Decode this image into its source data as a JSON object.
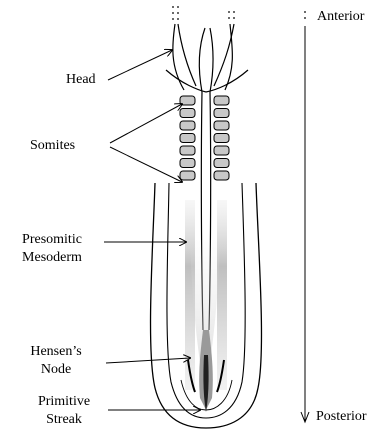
{
  "axis": {
    "anterior_label": "Anterior",
    "posterior_label": "Posterior"
  },
  "labels": {
    "head": "Head",
    "somites": "Somites",
    "presomitic_line1": "Presomitic",
    "presomitic_line2": "Mesoderm",
    "hensens_line1": "Hensen’s",
    "hensens_line2": "Node",
    "streak_line1": "Primitive",
    "streak_line2": "Streak"
  },
  "somite_pairs": 7,
  "colors": {
    "stroke": "#000000",
    "somite_fill": "#c8c8c8",
    "mesoderm_shade": "#b4b4b4"
  }
}
